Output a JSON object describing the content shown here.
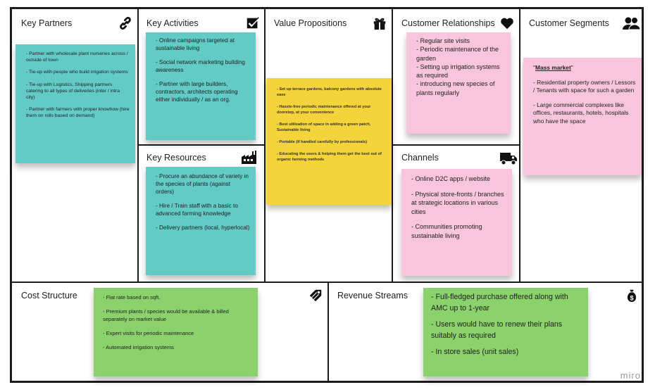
{
  "sections": {
    "key_partners": "Key Partners",
    "key_activities": "Key Activities",
    "key_resources": "Key Resources",
    "value_propositions": "Value Propositions",
    "customer_relationships": "Customer Relationships",
    "channels": "Channels",
    "customer_segments": "Customer Segments",
    "cost_structure": "Cost Structure",
    "revenue_streams": "Revenue Streams"
  },
  "icons": {
    "key_partners": "link-icon",
    "key_activities": "checkbox-icon",
    "key_resources": "factory-icon",
    "value_propositions": "gift-icon",
    "customer_relationships": "heart-icon",
    "channels": "truck-icon",
    "customer_segments": "users-icon",
    "cost_structure": "tag-icon",
    "revenue_streams": "money-bag-icon"
  },
  "notes": {
    "key_partners": [
      "- Partner with wholesale plant nurseries across / outside of town",
      "- Tie-up with people who build irrigation systems",
      "- Tie-up with Logistics, Shipping partners catering to all types of deliveries (inter / intra city)",
      "- Partner with farmers with proper knowhow (hire them on rolls based on demand)"
    ],
    "key_activities": [
      "- Online campaigns targeted at sustainable living",
      "- Social network marketing building awareness",
      "- Partner with large builders, contractors, architects operating either individually / as an org."
    ],
    "key_resources": [
      "- Procure an abundance of variety in the species of plants (against orders)",
      "- Hire / Train staff with a basic to advanced farming knowledge",
      "- Delivery partners (local, hyperlocal)"
    ],
    "value_propositions": [
      "- Set up terrace gardens, balcony gardens with absolute ease",
      "- Hassle-free periodic maintenance offered at your doorstep, at your convenience",
      "- Best utilization of space in adding a green patch, Sustainable living",
      "- Portable (if handled carefully by professionals)",
      "- Educating the users & helping them get the best out of organic farming methods"
    ],
    "customer_relationships": [
      "- Regular site visits",
      "- Periodic maintenance of the garden",
      "- Setting up irrigation systems as required",
      "- introducing new species of plants regularly"
    ],
    "channels": [
      "- Online D2C apps / website",
      "- Physical store-fronts / branches at strategic locations in various cities",
      "- Communities promoting sustainable living"
    ],
    "customer_segments_heading": "Mass market",
    "customer_segments": [
      "- Residential property owners / Lessors / Tenants with space for such a garden",
      "- Large commercial complexes like offices, restaurants, hotels, hospitals who have the space"
    ],
    "cost_structure": [
      "- Flat rate based on sqft.",
      "- Premium plants / species would be available & billed separately on market value",
      "- Expert visits for periodic maintenance",
      "- Automated irrigation systems"
    ],
    "revenue_streams": [
      "- Full-fledged purchase offered along with AMC up to 1-year",
      "- Users would have to renew their plans suitably as required",
      "-  In store sales (unit sales)"
    ]
  },
  "watermark": "miro",
  "colors": {
    "teal": "#62cbc6",
    "yellow": "#f5d33a",
    "pink": "#f9c5dd",
    "green": "#8bd26c",
    "border": "#1b1b1b"
  }
}
